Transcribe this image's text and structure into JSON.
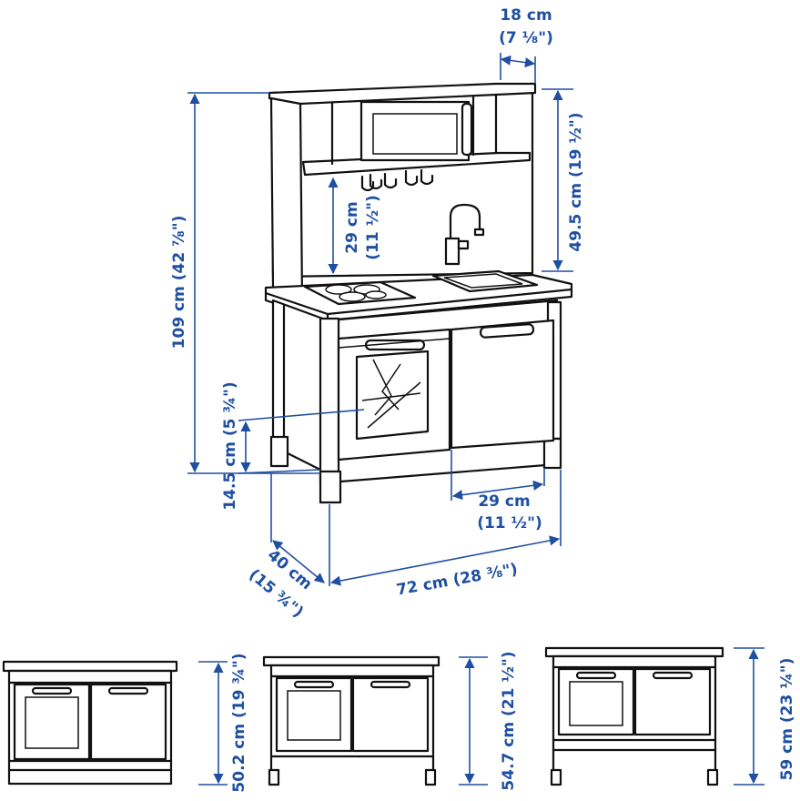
{
  "colors": {
    "dimension": "#1e4fa0",
    "outline": "#111111",
    "background": "#ffffff"
  },
  "dimensions": {
    "depth_top": {
      "cm": "18 cm",
      "inch": "(7 ⅛\")"
    },
    "height_total": "109 cm (42 ⅞\")",
    "height_hutch": "49.5 cm (19 ½\")",
    "hutch_clearance": {
      "cm": "29 cm",
      "inch": "(11 ½\")"
    },
    "oven_height": "14.5 cm (5 ¾\")",
    "cabinet_width": {
      "cm": "29 cm",
      "inch": "(11 ½\")"
    },
    "depth": {
      "cm": "40 cm",
      "inch": "(15 ¾\")"
    },
    "width": "72 cm (28 ⅜\")"
  },
  "variants": [
    {
      "height": "50.2 cm (19 ¾\")"
    },
    {
      "height": "54.7 cm (21 ½\")"
    },
    {
      "height": "59 cm (23 ¼\")"
    }
  ]
}
